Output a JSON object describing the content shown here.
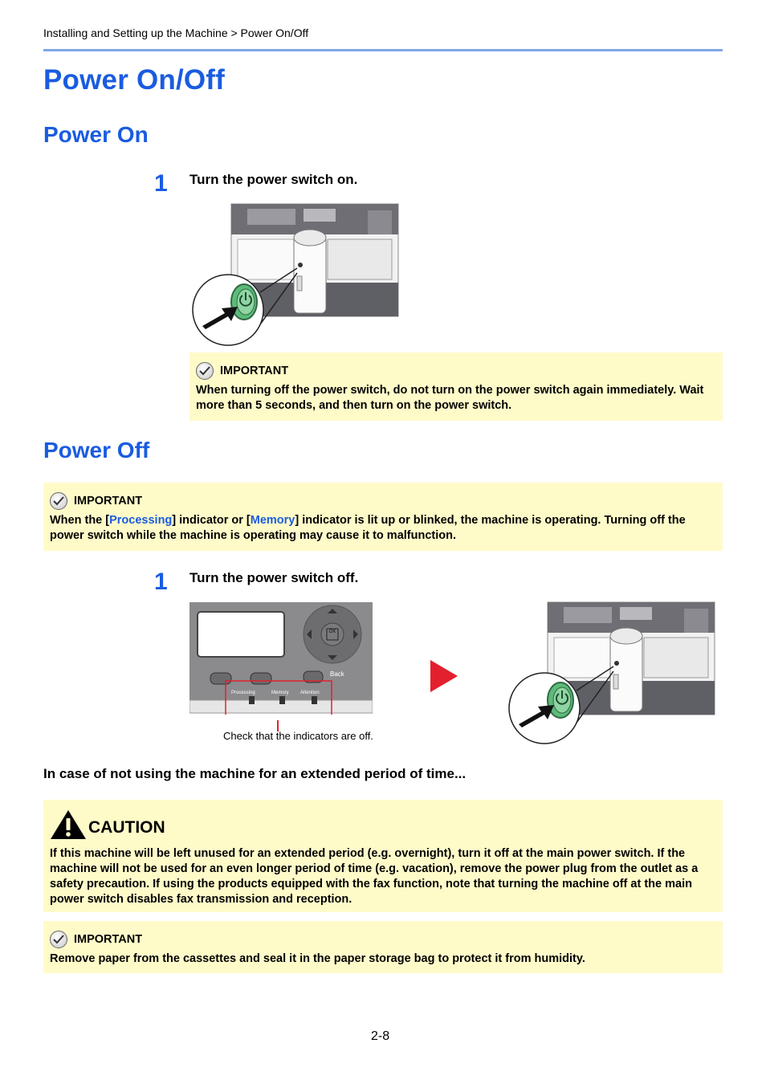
{
  "breadcrumb": "Installing and Setting up the Machine > Power On/Off",
  "title": "Power On/Off",
  "power_on": {
    "heading": "Power On",
    "step_number": "1",
    "step_text": "Turn the power switch on.",
    "important": {
      "label": "IMPORTANT",
      "text": "When turning off the power switch, do not turn on the power switch again immediately. Wait more than 5 seconds, and then turn on the power switch."
    }
  },
  "power_off": {
    "heading": "Power Off",
    "important": {
      "label": "IMPORTANT",
      "text_1": "When the [",
      "processing": "Processing",
      "text_2": "] indicator or [",
      "memory": "Memory",
      "text_3": "] indicator is lit up or blinked, the machine is operating. Turning off the power switch while the machine is operating may cause it to malfunction."
    },
    "step_number": "1",
    "step_text": "Turn the power switch off.",
    "panel": {
      "back_label": "Back",
      "indicator_processing": "Processing",
      "indicator_memory": "Memory",
      "indicator_attention": "Attention",
      "ok_label": "OK"
    },
    "caption": "Check that the indicators are off."
  },
  "extended": {
    "heading": "In case of not using the machine for an extended period of time...",
    "caution": {
      "label": "CAUTION",
      "text": "If this machine will be left unused for an extended period (e.g. overnight), turn it off at the main power switch. If the machine will not be used for an even longer period of time (e.g. vacation), remove the power plug from the outlet as a safety precaution. If using the products equipped with the fax function, note that turning the machine off at the main power switch disables fax transmission and reception."
    },
    "important": {
      "label": "IMPORTANT",
      "text": "Remove paper from the cassettes and seal it in the paper storage bag to protect it from humidity."
    }
  },
  "page_number": "2-8",
  "colors": {
    "heading_blue": "#1a5ce0",
    "note_yellow": "#fffbc9",
    "arrow_red": "#e3202e",
    "switch_green": "#5dbb7a"
  }
}
